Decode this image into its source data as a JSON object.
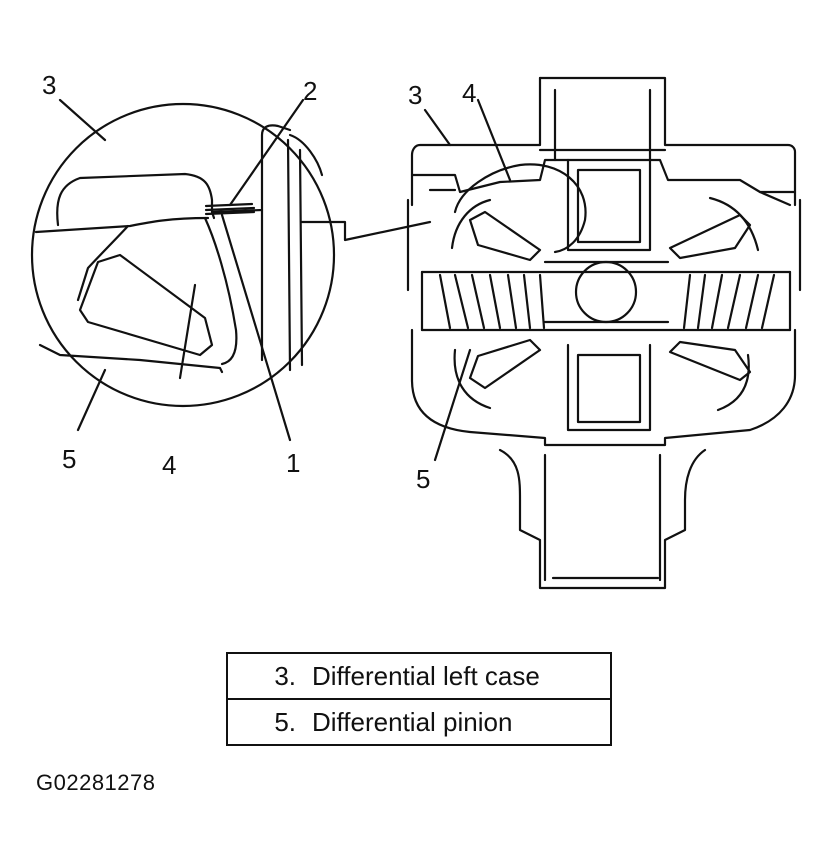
{
  "callouts": {
    "detail_3": "3",
    "detail_2": "2",
    "detail_4": "4",
    "detail_5": "5",
    "detail_1": "1",
    "main_3": "3",
    "main_4": "4",
    "main_5": "5"
  },
  "legend": [
    {
      "number": "3.",
      "text": "Differential left case"
    },
    {
      "number": "5.",
      "text": "Differential pinion"
    }
  ],
  "figure_code": "G02281278",
  "colors": {
    "ink": "#111111",
    "background": "#ffffff"
  }
}
